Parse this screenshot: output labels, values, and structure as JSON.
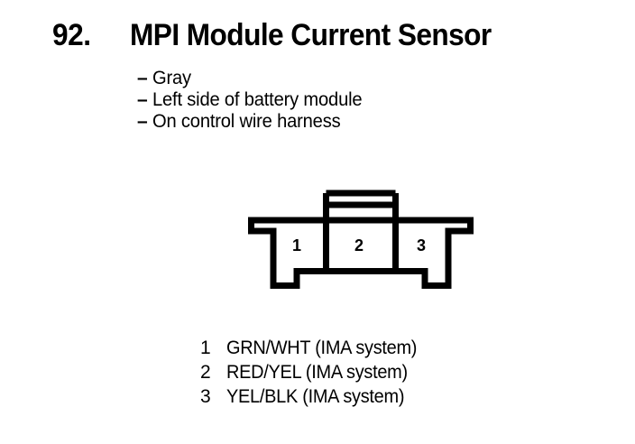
{
  "page": {
    "background_color": "#ffffff",
    "line_color": "#000000"
  },
  "header": {
    "number": "92.",
    "title": "MPI Module Current Sensor"
  },
  "notes": {
    "dash": "–",
    "items": [
      "Gray",
      "Left side of battery module",
      "On control wire harness"
    ]
  },
  "connector": {
    "name": "3-pin connector face view",
    "cavity_labels": [
      "1",
      "2",
      "3"
    ]
  },
  "legend": {
    "rows": [
      {
        "pin": "1",
        "description": "GRN/WHT (IMA system)"
      },
      {
        "pin": "2",
        "description": "RED/YEL (IMA system)"
      },
      {
        "pin": "3",
        "description": "YEL/BLK (IMA system)"
      }
    ]
  }
}
